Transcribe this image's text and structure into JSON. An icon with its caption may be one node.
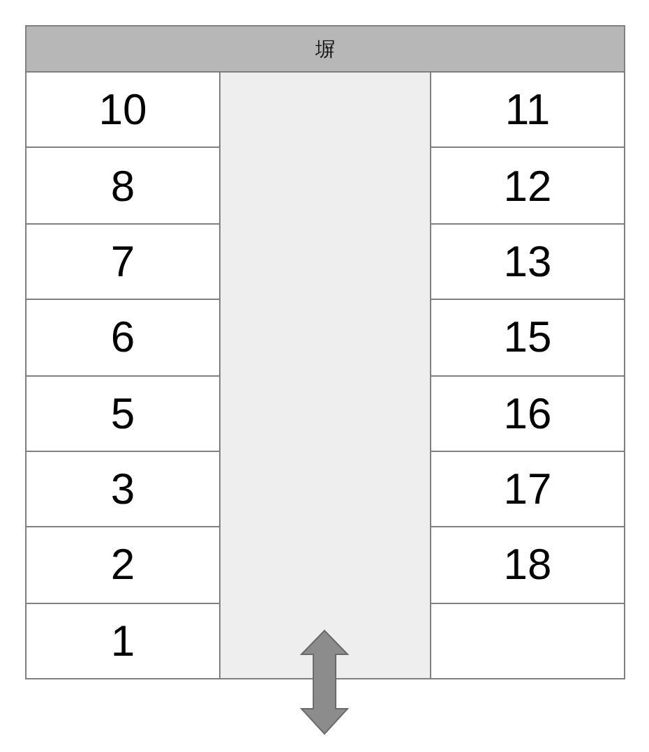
{
  "diagram": {
    "nodes": [
      {
        "text": [
          "塀"
        ]
      },
      {
        "text": [
          "10"
        ]
      },
      {
        "text": [],
        "shape": "box"
      },
      {
        "text": [
          "11"
        ]
      },
      {
        "text": [
          "8"
        ]
      },
      {
        "text": [
          "12"
        ]
      },
      {
        "text": [
          "7"
        ]
      },
      {
        "text": [
          "13"
        ]
      },
      {
        "text": [
          "6"
        ]
      },
      {
        "text": [
          "15"
        ]
      },
      {
        "text": [
          "5"
        ]
      },
      {
        "text": [
          "16"
        ]
      },
      {
        "text": [
          "3"
        ]
      },
      {
        "text": [
          "17"
        ]
      },
      {
        "text": [
          "2"
        ]
      },
      {
        "text": [
          "18"
        ]
      },
      {
        "text": [
          "1"
        ]
      },
      {
        "text": [],
        "shape": "box"
      }
    ]
  }
}
